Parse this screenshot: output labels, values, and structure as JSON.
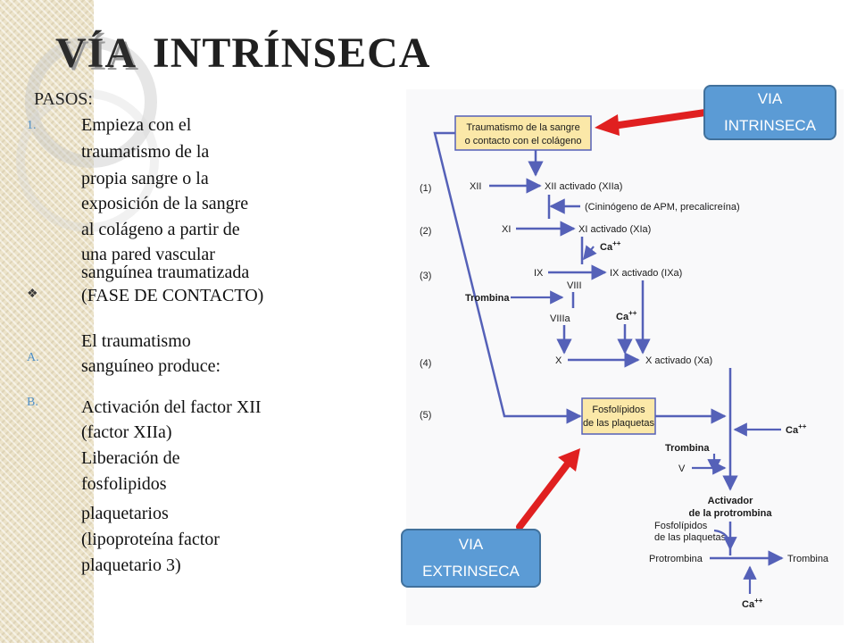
{
  "title": {
    "word1": "VÍA",
    "word2": "INTRÍNSECA"
  },
  "pasos_label": "PASOS:",
  "markers": {
    "m1": "1.",
    "mA": "A.",
    "mB": "B."
  },
  "left_text": [
    "Empieza con el",
    "traumatismo de la",
    "propia sangre o la",
    "exposición de la sangre",
    "al colágeno a partir de",
    "una pared vascular",
    "sanguínea traumatizada",
    "(FASE DE CONTACTO)",
    "El traumatismo",
    "sanguíneo produce:",
    "Activación del factor XII",
    "(factor XIIa)",
    "Liberación de",
    "fosfolipidos",
    "plaquetarios",
    "(lipoproteína factor",
    "plaquetario 3)"
  ],
  "callouts": {
    "intrinseca": [
      "VIA",
      "INTRINSECA"
    ],
    "extrinseca": [
      "VIA",
      "EXTRINSECA"
    ]
  },
  "diagram": {
    "start_box": [
      "Traumatismo de la sangre",
      "o contacto con el colágeno"
    ],
    "steps": [
      "(1)",
      "(2)",
      "(3)",
      "(4)",
      "(5)"
    ],
    "xii": "XII",
    "xii_act": "XII activado (XIIa)",
    "kininogen": "(Cininógeno de APM, precalicreína)",
    "xi": "XI",
    "xi_act": "XI activado (XIa)",
    "ca": "Ca",
    "ca_sup": "++",
    "ix": "IX",
    "ix_act": "IX activado (IXa)",
    "viii": "VIII",
    "trombina": "Trombina",
    "viiia": "VIIIa",
    "x": "X",
    "x_act": "X activado (Xa)",
    "fosfo_box": [
      "Fosfolípidos",
      "de las plaquetas"
    ],
    "v": "V",
    "activador": [
      "Activador",
      "de la protrombina"
    ],
    "fosfo_plain": [
      "Fosfolípidos",
      "de las plaquetas"
    ],
    "protrombina": "Protrombina",
    "trombina_final": "Trombina"
  },
  "colors": {
    "arrow_blue": "#5561b8",
    "box_fill": "#fbe8a8",
    "box_stroke": "#5561b8",
    "callout_blue": "#5b9bd5",
    "red_arrow": "#e02020"
  }
}
